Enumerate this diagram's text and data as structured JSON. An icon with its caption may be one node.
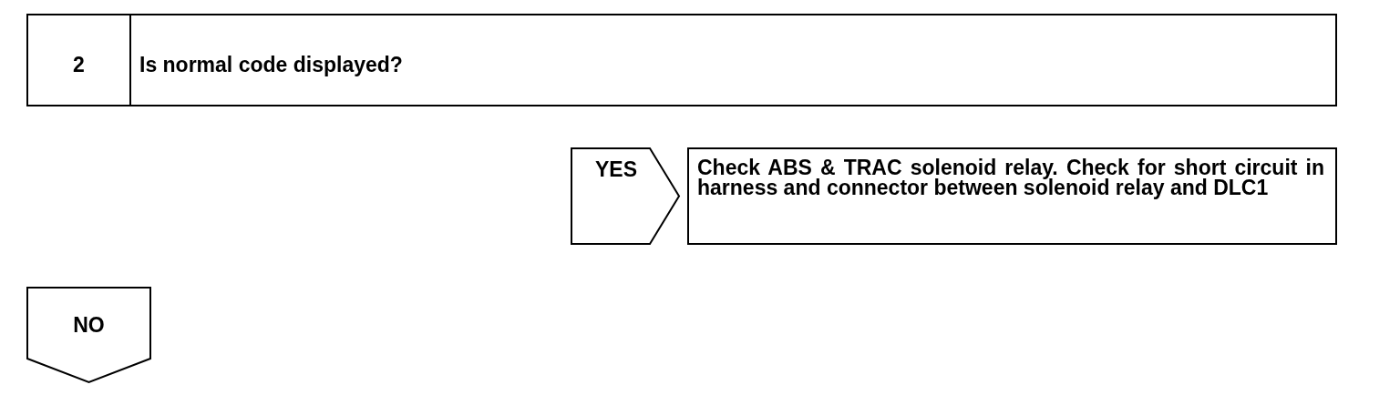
{
  "diagram": {
    "nodes": [
      {
        "text": [
          "2",
          "Is normal code displayed?"
        ]
      },
      {
        "text": [
          "YES"
        ]
      },
      {
        "text": [
          "Check ABS & TRAC solenoid relay. Check for short circuit in harness and connector between solenoid relay and DLC1"
        ]
      },
      {
        "text": [
          "NO"
        ]
      }
    ]
  }
}
